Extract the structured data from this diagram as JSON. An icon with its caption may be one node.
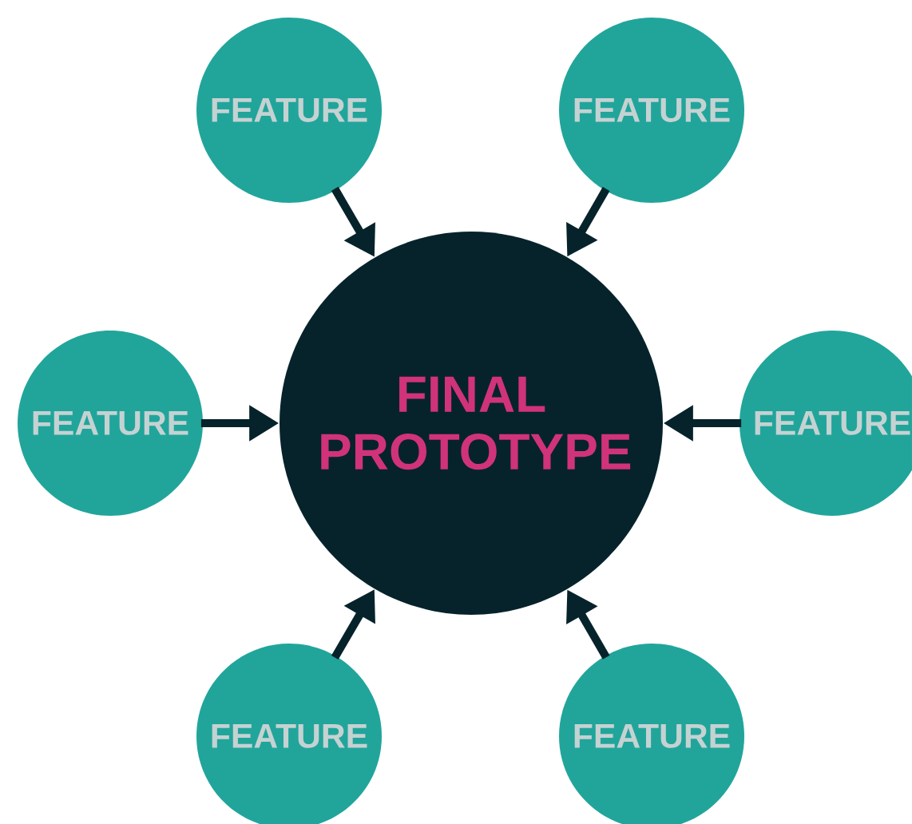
{
  "diagram": {
    "nodes": [
      {
        "text": [
          "FEATURE"
        ]
      },
      {
        "text": [
          "FEATURE"
        ]
      },
      {
        "text": [
          "FEATURE"
        ]
      },
      {
        "text": [
          "FINAL PROTOTYPE"
        ]
      },
      {
        "text": [
          "FEATURE"
        ]
      },
      {
        "text": [
          "FEATURE"
        ]
      },
      {
        "text": [
          "FEATURE"
        ]
      }
    ],
    "edges": [
      {
        "from": 0,
        "to": 3,
        "arrow": "to"
      },
      {
        "from": 1,
        "to": 3,
        "arrow": "to"
      },
      {
        "from": 2,
        "to": 3,
        "arrow": "to"
      },
      {
        "from": 4,
        "to": 3,
        "arrow": "to"
      },
      {
        "from": 5,
        "to": 3,
        "arrow": "to"
      },
      {
        "from": 6,
        "to": 3,
        "arrow": "to"
      }
    ]
  }
}
